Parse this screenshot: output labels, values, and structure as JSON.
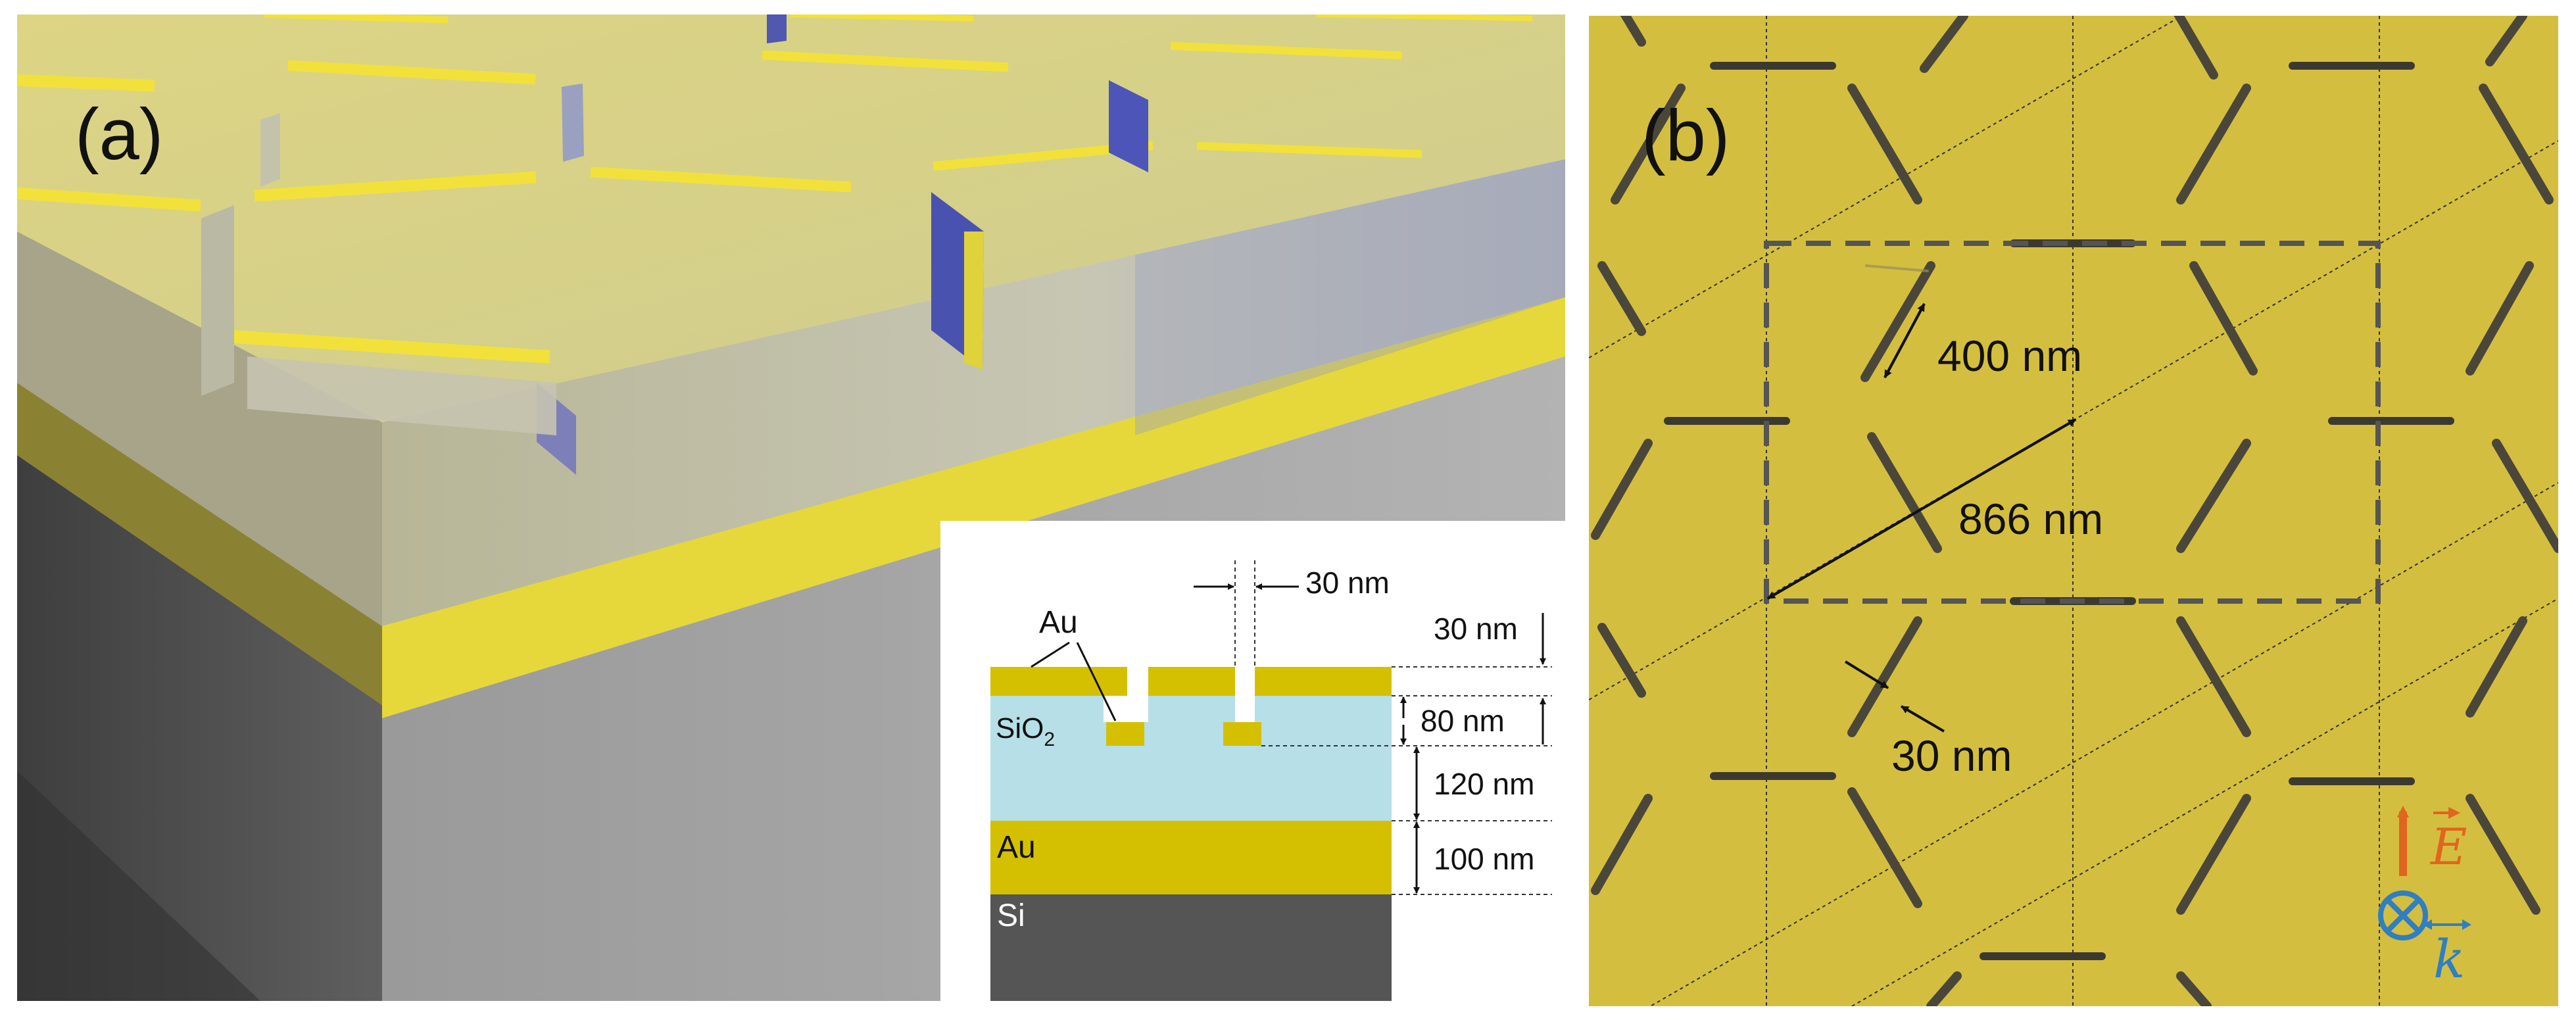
{
  "panel_a": {
    "label": "(a)",
    "inset": {
      "au_label": "Au",
      "sio2_label": "SiO",
      "sio2_sub": "2",
      "au_bottom_label": "Au",
      "si_label": "Si",
      "dim_gap": "30 nm",
      "dim_top": "30 nm",
      "dim_80": "80 nm",
      "dim_120": "120 nm",
      "dim_100": "100 nm"
    }
  },
  "panel_b": {
    "label": "(b)",
    "dim_length": "400 nm",
    "dim_period": "866 nm",
    "dim_width": "30 nm",
    "e_symbol": "E",
    "k_symbol": "k"
  },
  "colors": {
    "gold": "#d4c032",
    "gold_bright": "#e6d83a",
    "silica": "#b7dde6",
    "silicon": "#555555",
    "e_arrow": "#e0651e",
    "k_symbol": "#2f7fc1"
  }
}
